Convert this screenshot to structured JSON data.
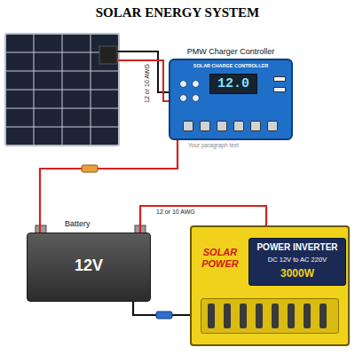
{
  "diagram": {
    "title": "SOLAR ENERGY SYSTEM",
    "nodes": [
      {
        "text": [
          "PMW Charger Controller",
          "SOLAR CHARGE CONTROLLER",
          "12.0"
        ]
      },
      {
        "text": [
          "Battery",
          "12V"
        ]
      },
      {
        "text": [
          "SOLAR POWER",
          "POWER INVERTER",
          "DC 12V to AC 220V",
          "3000W"
        ]
      }
    ],
    "edges": [
      {
        "from": 0,
        "to": 1,
        "arrow": "none"
      },
      {
        "from": 1,
        "to": 2,
        "arrow": "none"
      },
      {
        "from": 1,
        "to": 2,
        "arrow": "none"
      }
    ],
    "labels": [
      "12 or 10 AWG",
      "12 or 10 AWG",
      "Your paragraph text"
    ]
  }
}
